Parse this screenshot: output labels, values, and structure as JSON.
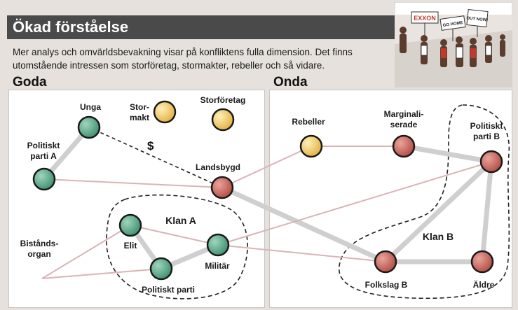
{
  "header": {
    "title": "Ökad förståelse",
    "intro_line1": "Mer analys och omvärldsbevakning visar på konfliktens fulla dimension. Det finns",
    "intro_line2": "utomstående intressen som storföretag, stormakter, rebeller och så vidare."
  },
  "illustration": {
    "signs": [
      "EXXON",
      "GO HOME",
      "OUT NOW!"
    ]
  },
  "colors": {
    "green_node": "#5fae8f",
    "yellow_node": "#f2cc6a",
    "red_node": "#c9665e",
    "grey_link": "#cfcfcf",
    "pink_link": "#d9b4b6",
    "header_bar": "#4a4a4a"
  },
  "panels": {
    "good": {
      "label": "Goda",
      "nodes": {
        "unga": "Unga",
        "stormakt_1": "Stor-",
        "stormakt_2": "makt",
        "storforetag": "Storföretag",
        "politiskt_parti_a_1": "Politiskt",
        "politiskt_parti_a_2": "parti A",
        "landsbygd": "Landsbygd",
        "bistandsorgan_1": "Bistånds-",
        "bistandsorgan_2": "organ",
        "elit": "Elit",
        "politiskt_parti": "Politiskt parti",
        "militar": "Militär"
      },
      "group": "Klan A",
      "money_symbol": "$"
    },
    "bad": {
      "label": "Onda",
      "nodes": {
        "rebeller": "Rebeller",
        "marginaliserade_1": "Marginali-",
        "marginaliserade_2": "serade",
        "politiskt_parti_b_1": "Politiskt",
        "politiskt_parti_b_2": "parti B",
        "folkslag_b": "Folkslag B",
        "aldre": "Äldre"
      },
      "group": "Klan B"
    }
  }
}
